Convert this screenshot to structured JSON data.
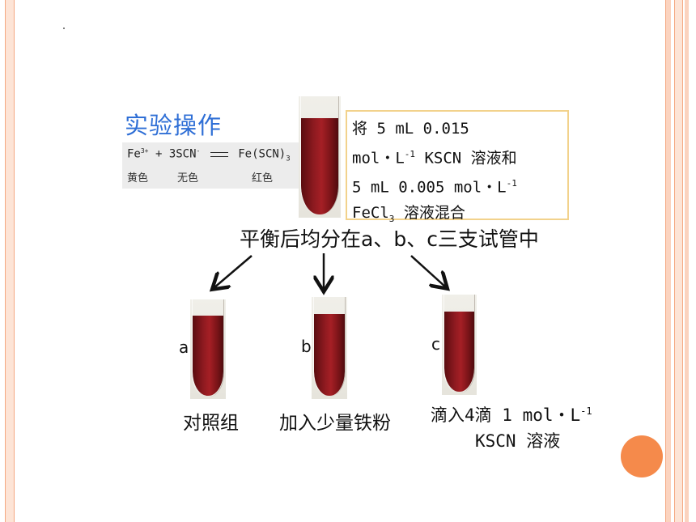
{
  "slide": {
    "title": "实验操作",
    "equation": {
      "reactant1": "Fe",
      "reactant1_charge": "3+",
      "plus": "+",
      "reactant2": "3SCN",
      "reactant2_charge": "-",
      "product": "Fe(SCN)",
      "product_sub": "3",
      "label1": "黄色",
      "label2": "无色",
      "label3": "红色"
    },
    "info_box": {
      "line1": "将 5 mL 0.015",
      "line2a": "mol・L",
      "line2_sup": "-1",
      "line2b": " KSCN 溶液和",
      "line3a": "5 mL 0.005 mol・L",
      "line3_sup": "-1",
      "line4a": "FeCl",
      "line4_sub": "3",
      "line4b": " 溶液混合"
    },
    "subtitle": "平衡后均分在a、b、c三支试管中",
    "tubes": [
      {
        "letter": "a",
        "caption": "对照组"
      },
      {
        "letter": "b",
        "caption": "加入少量铁粉"
      },
      {
        "letter": "c",
        "caption_line1a": "滴入4滴 1 mol・L",
        "caption_sup": "-1",
        "caption_line2": "KSCN 溶液"
      }
    ],
    "colors": {
      "title": "#2f6fd6",
      "border_accent": "#f4a882",
      "box_border": "#f2d28c",
      "circle": "#f58a4b",
      "liquid": "#8e1a20"
    }
  }
}
